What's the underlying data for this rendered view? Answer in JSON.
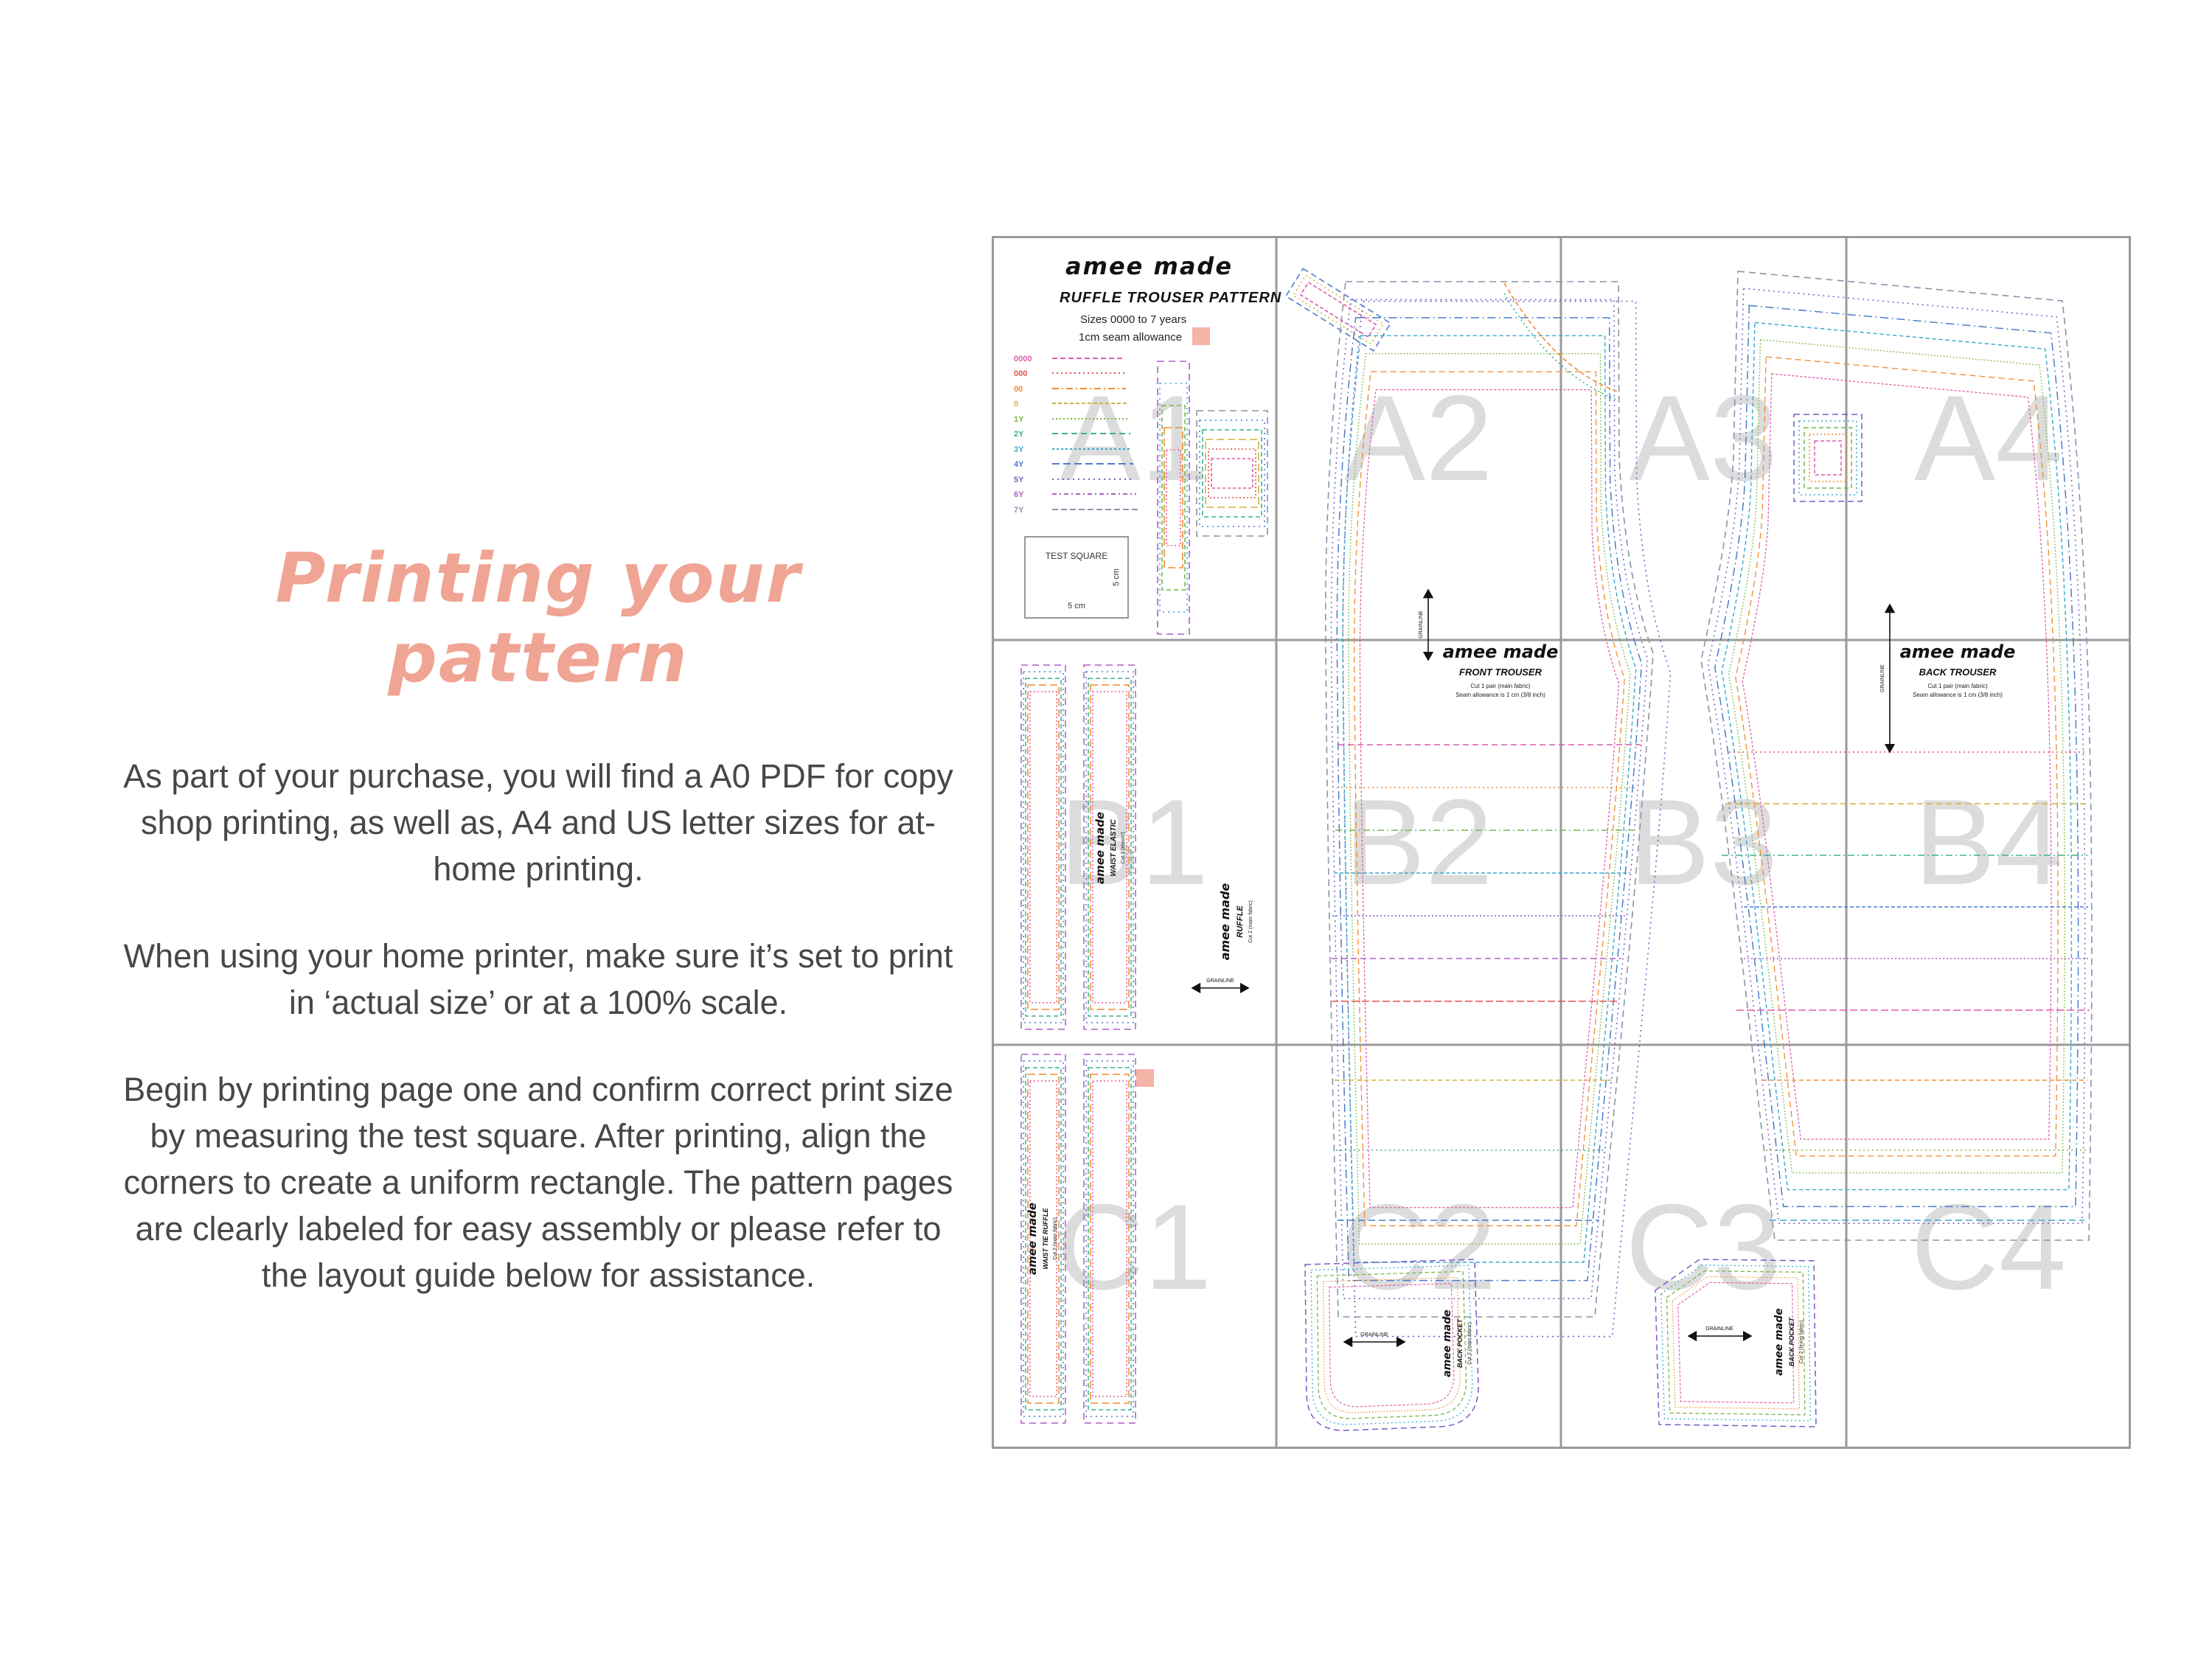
{
  "accent_color": "#f0a493",
  "accent_square_color": "#f4b4a6",
  "page": {
    "title": "Printing your pattern",
    "paragraph1": "As part of your purchase, you will find a A0 PDF for copy shop printing, as well as, A4 and US letter sizes for at-home printing.",
    "paragraph2": "When using your home printer, make sure it’s set to print in ‘actual size’ or at a 100% scale.",
    "paragraph3": "Begin by printing page one and confirm correct print size by measuring the test square. After printing, align the corners to create a uniform rectangle. The pattern pages are clearly labeled for easy assembly or please refer to the layout guide below for assistance."
  },
  "layout_guide": {
    "cells": [
      "A1",
      "A2",
      "A3",
      "A4",
      "B1",
      "B2",
      "B3",
      "B4",
      "C1",
      "C2",
      "C3",
      "C4"
    ],
    "header": {
      "brand": "amee made",
      "title": "RUFFLE TROUSER PATTERN",
      "line1": "Sizes 0000 to 7 years",
      "line2": "1cm seam allowance"
    },
    "test_square": {
      "label": "TEST SQUARE",
      "width": "5 cm",
      "height": "5 cm"
    },
    "sizes": [
      {
        "label": "0000",
        "color": "#e05aa9"
      },
      {
        "label": "000",
        "color": "#e8504f"
      },
      {
        "label": "00",
        "color": "#f08c2e"
      },
      {
        "label": "0",
        "color": "#cdb43e"
      },
      {
        "label": "1Y",
        "color": "#7ab648"
      },
      {
        "label": "2Y",
        "color": "#3bb08f"
      },
      {
        "label": "3Y",
        "color": "#3aa8cc"
      },
      {
        "label": "4Y",
        "color": "#4a7bc9"
      },
      {
        "label": "5Y",
        "color": "#7a5cc5"
      },
      {
        "label": "6Y",
        "color": "#b05cc5"
      },
      {
        "label": "7Y",
        "color": "#8a93a8"
      }
    ],
    "pieces": {
      "front": {
        "brand": "amee made",
        "name": "FRONT TROUSER",
        "note1": "Cut 1 pair (main fabric)",
        "note2": "Seam allowance is 1 cm (3/8 inch)"
      },
      "back": {
        "brand": "amee made",
        "name": "BACK TROUSER",
        "note1": "Cut 1 pair (main fabric)",
        "note2": "Seam allowance is 1 cm (3/8 inch)"
      },
      "ruffle": {
        "brand": "amee made",
        "name": "RUFFLE",
        "note1": "Cut 2 (main fabric)"
      },
      "waist_elastic": {
        "brand": "amee made",
        "name": "WAIST ELASTIC",
        "note1": "Cut 1 (elastic)"
      },
      "waist_tie_ruffle": {
        "brand": "amee made",
        "name": "WAIST TIE RUFFLE",
        "note1": "Cut 2 (main fabric)"
      },
      "back_pocket_1": {
        "brand": "amee made",
        "name": "BACK POCKET",
        "note1": "Cut 2 (main fabric)"
      },
      "back_pocket_2": {
        "brand": "amee made",
        "name": "BACK POCKET",
        "note1": "Cut 2 (lining fabric)"
      },
      "grainline": "GRAINLINE"
    }
  }
}
